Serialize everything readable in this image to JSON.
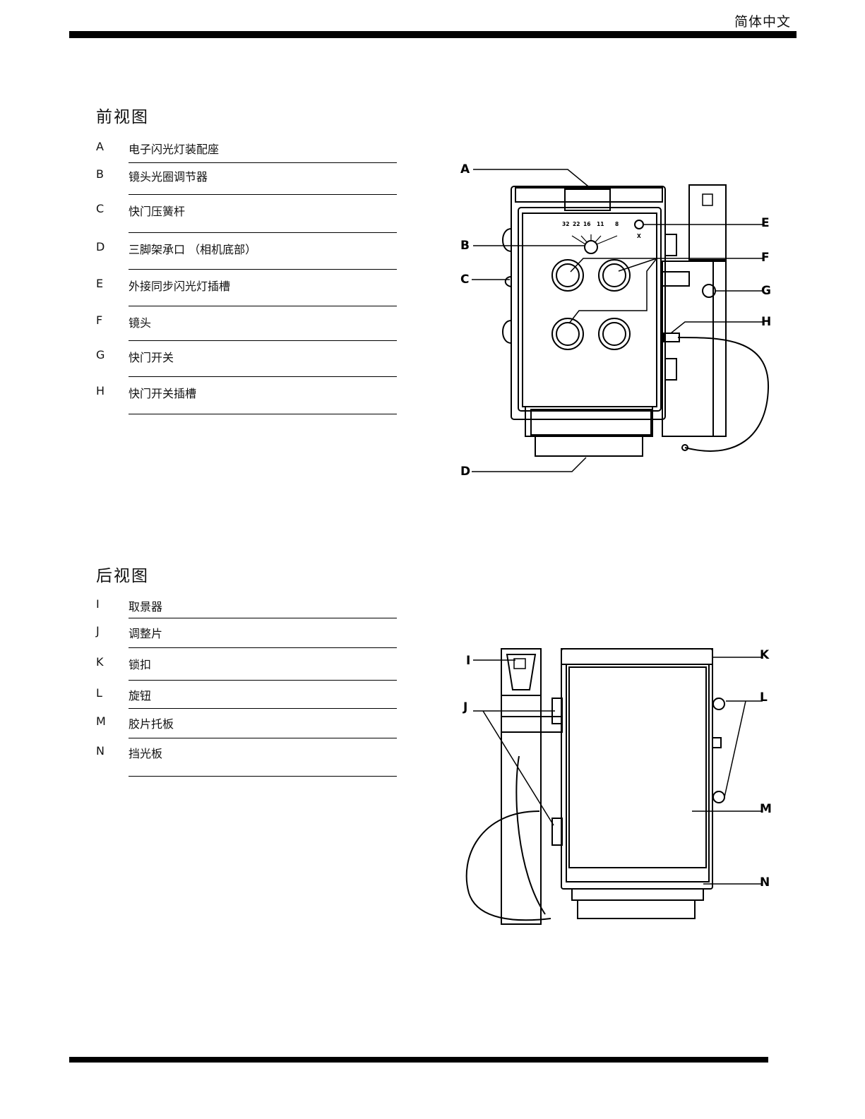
{
  "header": {
    "language": "简体中文"
  },
  "front": {
    "title": "前视图",
    "items": [
      {
        "letter": "A",
        "label": "电子闪光灯装配座"
      },
      {
        "letter": "B",
        "label": "镜头光圈调节器"
      },
      {
        "letter": "C",
        "label": "快门压簧杆"
      },
      {
        "letter": "D",
        "label": "三脚架承口 （相机底部）"
      },
      {
        "letter": "E",
        "label": "外接同步闪光灯插槽"
      },
      {
        "letter": "F",
        "label": "镜头"
      },
      {
        "letter": "G",
        "label": "快门开关"
      },
      {
        "letter": "H",
        "label": "快门开关插槽"
      }
    ],
    "diagram": {
      "aperture_scale": [
        "32",
        "22",
        "16",
        "11",
        "8"
      ],
      "sync_mark": "X"
    }
  },
  "back": {
    "title": "后视图",
    "items": [
      {
        "letter": "I",
        "label": "取景器"
      },
      {
        "letter": "J",
        "label": "调整片"
      },
      {
        "letter": "K",
        "label": "锁扣"
      },
      {
        "letter": "L",
        "label": "旋钮"
      },
      {
        "letter": "M",
        "label": "胶片托板"
      },
      {
        "letter": "N",
        "label": "挡光板"
      }
    ]
  }
}
